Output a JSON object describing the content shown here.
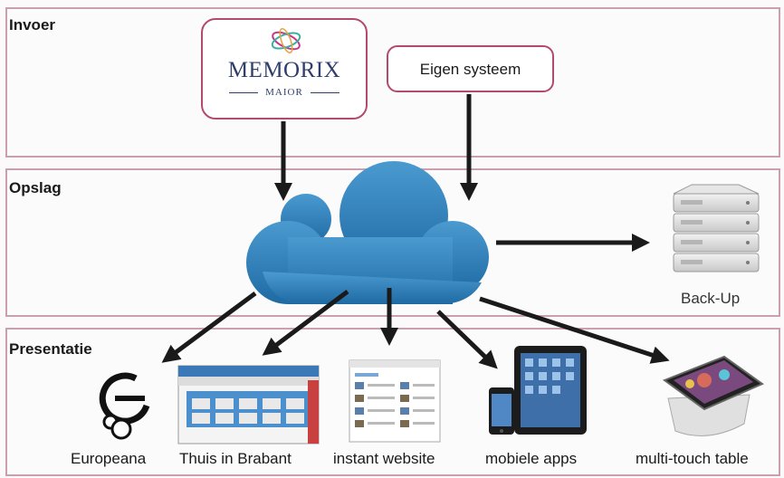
{
  "bands": {
    "invoer": "Invoer",
    "opslag": "Opslag",
    "presentatie": "Presentatie"
  },
  "sources": {
    "memorix_name": "MEMORIX",
    "memorix_sub": "MAIOR",
    "eigen": "Eigen systeem"
  },
  "backup": "Back-Up",
  "outputs": {
    "europeana": "Europeana",
    "brabant": "Thuis in Brabant",
    "website": "instant website",
    "mobile": "mobiele apps",
    "table": "multi-touch table"
  },
  "colors": {
    "border": "#caa0b0",
    "source_border": "#b24a6c",
    "cloud": "#2f7fb8",
    "arrow": "#1a1a1a"
  }
}
